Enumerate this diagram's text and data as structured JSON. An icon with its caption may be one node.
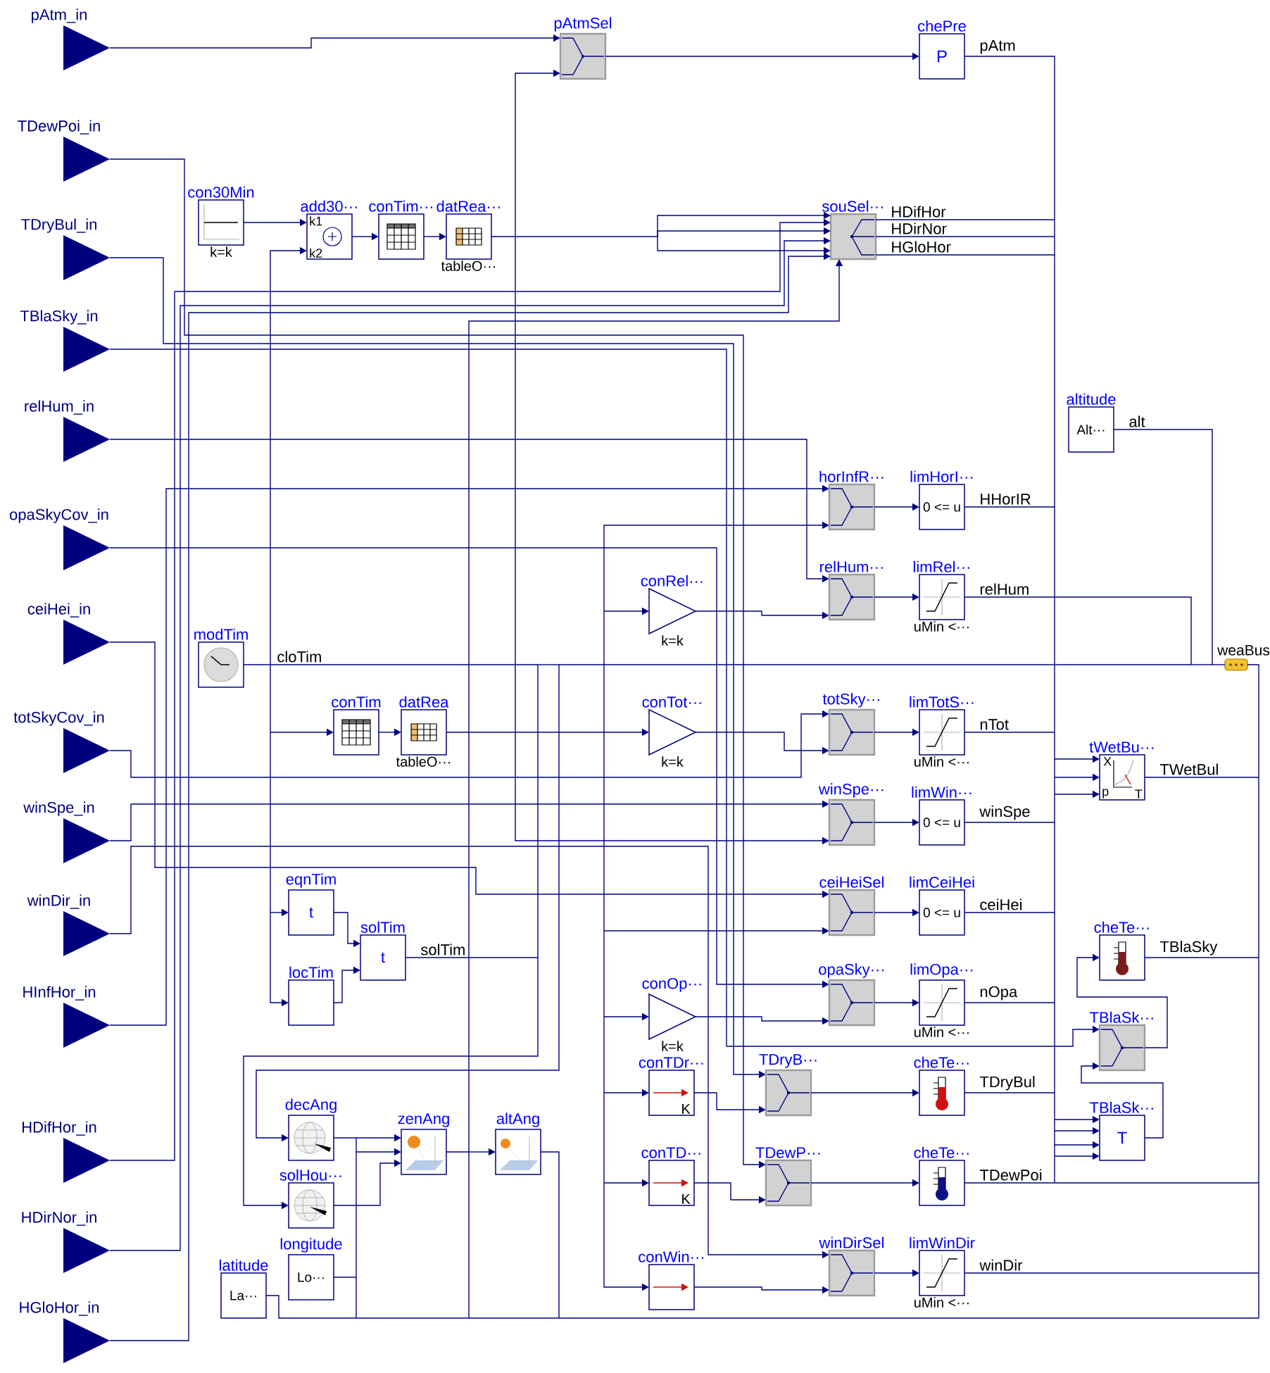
{
  "diagram": {
    "nodes": [
      {
        "text": [
          "pAtm_in"
        ]
      },
      {
        "text": [
          "TDewPoi_in"
        ]
      },
      {
        "text": [
          "TDryBul_in"
        ]
      },
      {
        "text": [
          "TBlaSky_in"
        ]
      },
      {
        "text": [
          "relHum_in"
        ]
      },
      {
        "text": [
          "opaSkyCov_in"
        ]
      },
      {
        "text": [
          "ceiHei_in"
        ]
      },
      {
        "text": [
          "totSkyCov_in"
        ]
      },
      {
        "text": [
          "winSpe_in"
        ]
      },
      {
        "text": [
          "winDir_in"
        ]
      },
      {
        "text": [
          "HInfHor_in"
        ]
      },
      {
        "text": [
          "HDifHor_in"
        ]
      },
      {
        "text": [
          "HDirNor_in"
        ]
      },
      {
        "text": [
          "HGloHor_in"
        ]
      },
      {
        "text": [
          "con30Min"
        ],
        "beside": [
          "k=k"
        ]
      },
      {
        "text": [
          "add30···",
          "k1",
          "k2"
        ]
      },
      {
        "text": [
          "conTim···"
        ]
      },
      {
        "text": [
          "datRea···"
        ],
        "beside": [
          "tableO···"
        ]
      },
      {
        "text": [
          "pAtmSel"
        ]
      },
      {
        "text": [
          "chePre",
          "P"
        ]
      },
      {
        "text": [
          "souSel···"
        ]
      },
      {
        "text": [
          "altitude",
          "Alt···"
        ]
      },
      {
        "text": [
          "horInfR···"
        ]
      },
      {
        "text": [
          "limHorI···",
          "0 <= u"
        ]
      },
      {
        "text": [
          "conRel···"
        ],
        "beside": [
          "k=k"
        ]
      },
      {
        "text": [
          "relHum···"
        ]
      },
      {
        "text": [
          "limRel···"
        ],
        "beside": [
          "uMin <···"
        ]
      },
      {
        "text": [
          "modTim"
        ]
      },
      {
        "text": [
          "weaBus"
        ]
      },
      {
        "text": [
          "conTim"
        ]
      },
      {
        "text": [
          "datRea"
        ],
        "beside": [
          "tableO···"
        ]
      },
      {
        "text": [
          "conTot···"
        ],
        "beside": [
          "k=k"
        ]
      },
      {
        "text": [
          "totSky···"
        ]
      },
      {
        "text": [
          "limTotS···"
        ],
        "beside": [
          "uMin <···"
        ]
      },
      {
        "text": [
          "tWetBu···",
          "X",
          "p",
          "T"
        ]
      },
      {
        "text": [
          "winSpe···"
        ]
      },
      {
        "text": [
          "limWin···",
          "0 <= u"
        ]
      },
      {
        "text": [
          "eqnTim",
          "t"
        ]
      },
      {
        "text": [
          "ceiHeiSel"
        ]
      },
      {
        "text": [
          "limCeiHei",
          "0 <= u"
        ]
      },
      {
        "text": [
          "solTim",
          "t"
        ]
      },
      {
        "text": [
          "cheTe···"
        ]
      },
      {
        "text": [
          "locTim"
        ]
      },
      {
        "text": [
          "conOp···"
        ],
        "beside": [
          "k=k"
        ]
      },
      {
        "text": [
          "opaSky···"
        ]
      },
      {
        "text": [
          "limOpa···"
        ],
        "beside": [
          "uMin <···"
        ]
      },
      {
        "text": [
          "TBlaSk···"
        ]
      },
      {
        "text": [
          "conTDr···",
          "K"
        ]
      },
      {
        "text": [
          "TDryB···"
        ]
      },
      {
        "text": [
          "cheTe···"
        ]
      },
      {
        "text": [
          "TBlaSk···",
          "T"
        ]
      },
      {
        "text": [
          "decAng"
        ]
      },
      {
        "text": [
          "zenAng"
        ]
      },
      {
        "text": [
          "altAng"
        ]
      },
      {
        "text": [
          "conTD···",
          "K"
        ]
      },
      {
        "text": [
          "TDewP···"
        ]
      },
      {
        "text": [
          "cheTe···"
        ]
      },
      {
        "text": [
          "solHou···"
        ]
      },
      {
        "text": [
          "longitude",
          "Lo···"
        ]
      },
      {
        "text": [
          "latitude",
          "La···"
        ]
      },
      {
        "text": [
          "conWin···"
        ]
      },
      {
        "text": [
          "winDirSel"
        ]
      },
      {
        "text": [
          "limWinDir"
        ],
        "beside": [
          "uMin <···"
        ]
      }
    ],
    "edges": [
      {
        "from": 0,
        "to": 18,
        "arrow": "to"
      },
      {
        "from": 1,
        "to": 55,
        "arrow": "to"
      },
      {
        "from": 2,
        "to": 48,
        "arrow": "to"
      },
      {
        "from": 3,
        "to": 46,
        "arrow": "to"
      },
      {
        "from": 4,
        "to": 25,
        "arrow": "to"
      },
      {
        "from": 5,
        "to": 44,
        "arrow": "to"
      },
      {
        "from": 6,
        "to": 38,
        "arrow": "to"
      },
      {
        "from": 7,
        "to": 32,
        "arrow": "to"
      },
      {
        "from": 8,
        "to": 35,
        "arrow": "to"
      },
      {
        "from": 9,
        "to": 61,
        "arrow": "to"
      },
      {
        "from": 10,
        "to": 22,
        "arrow": "to"
      },
      {
        "from": 11,
        "to": 20,
        "arrow": "to"
      },
      {
        "from": 12,
        "to": 20,
        "arrow": "to"
      },
      {
        "from": 13,
        "to": 20,
        "arrow": "to"
      },
      {
        "from": 14,
        "to": 15,
        "arrow": "to"
      },
      {
        "from": 15,
        "to": 16,
        "arrow": "to"
      },
      {
        "from": 16,
        "to": 17,
        "arrow": "to"
      },
      {
        "from": 17,
        "to": 20,
        "arrow": "to"
      },
      {
        "from": 27,
        "to": 15,
        "arrow": "to"
      },
      {
        "from": 27,
        "to": 29,
        "arrow": "to"
      },
      {
        "from": 27,
        "to": 37,
        "arrow": "to"
      },
      {
        "from": 27,
        "to": 42,
        "arrow": "to"
      },
      {
        "from": 27,
        "to": 51,
        "arrow": "to"
      },
      {
        "from": 27,
        "to": 28,
        "arrow": "none",
        "label": "cloTim"
      },
      {
        "from": 29,
        "to": 30,
        "arrow": "to"
      },
      {
        "from": 30,
        "to": 18,
        "arrow": "to"
      },
      {
        "from": 30,
        "to": 22,
        "arrow": "to"
      },
      {
        "from": 30,
        "to": 35,
        "arrow": "to"
      },
      {
        "from": 30,
        "to": 24,
        "arrow": "to"
      },
      {
        "from": 30,
        "to": 31,
        "arrow": "to"
      },
      {
        "from": 30,
        "to": 38,
        "arrow": "to"
      },
      {
        "from": 30,
        "to": 43,
        "arrow": "to"
      },
      {
        "from": 30,
        "to": 47,
        "arrow": "to"
      },
      {
        "from": 30,
        "to": 54,
        "arrow": "to"
      },
      {
        "from": 30,
        "to": 60,
        "arrow": "to"
      },
      {
        "from": 18,
        "to": 19,
        "arrow": "to"
      },
      {
        "from": 19,
        "to": 28,
        "arrow": "none",
        "label": "pAtm"
      },
      {
        "from": 20,
        "to": 28,
        "arrow": "none",
        "label": "HDifHor"
      },
      {
        "from": 20,
        "to": 28,
        "arrow": "none",
        "label": "HDirNor"
      },
      {
        "from": 20,
        "to": 28,
        "arrow": "none",
        "label": "HGloHor"
      },
      {
        "from": 21,
        "to": 28,
        "arrow": "none",
        "label": "alt"
      },
      {
        "from": 22,
        "to": 23,
        "arrow": "to"
      },
      {
        "from": 23,
        "to": 28,
        "arrow": "none",
        "label": "HHorIR"
      },
      {
        "from": 24,
        "to": 25,
        "arrow": "to"
      },
      {
        "from": 25,
        "to": 26,
        "arrow": "to"
      },
      {
        "from": 26,
        "to": 28,
        "arrow": "none",
        "label": "relHum"
      },
      {
        "from": 31,
        "to": 32,
        "arrow": "to"
      },
      {
        "from": 32,
        "to": 33,
        "arrow": "to"
      },
      {
        "from": 33,
        "to": 28,
        "arrow": "none",
        "label": "nTot"
      },
      {
        "from": 26,
        "to": 34,
        "arrow": "to"
      },
      {
        "from": 49,
        "to": 34,
        "arrow": "to"
      },
      {
        "from": 19,
        "to": 34,
        "arrow": "to"
      },
      {
        "from": 34,
        "to": 28,
        "arrow": "none",
        "label": "TWetBul"
      },
      {
        "from": 35,
        "to": 36,
        "arrow": "to"
      },
      {
        "from": 36,
        "to": 28,
        "arrow": "none",
        "label": "winSpe"
      },
      {
        "from": 38,
        "to": 39,
        "arrow": "to"
      },
      {
        "from": 39,
        "to": 28,
        "arrow": "none",
        "label": "ceiHei"
      },
      {
        "from": 41,
        "to": 28,
        "arrow": "none",
        "label": "TBlaSky"
      },
      {
        "from": 43,
        "to": 44,
        "arrow": "to"
      },
      {
        "from": 44,
        "to": 45,
        "arrow": "to"
      },
      {
        "from": 45,
        "to": 28,
        "arrow": "none",
        "label": "nOpa"
      },
      {
        "from": 46,
        "to": 41,
        "arrow": "to"
      },
      {
        "from": 50,
        "to": 46,
        "arrow": "to"
      },
      {
        "from": 49,
        "to": 50,
        "arrow": "to"
      },
      {
        "from": 56,
        "to": 50,
        "arrow": "to"
      },
      {
        "from": 45,
        "to": 50,
        "arrow": "to"
      },
      {
        "from": 23,
        "to": 50,
        "arrow": "to"
      },
      {
        "from": 47,
        "to": 48,
        "arrow": "to"
      },
      {
        "from": 48,
        "to": 49,
        "arrow": "to"
      },
      {
        "from": 49,
        "to": 28,
        "arrow": "none",
        "label": "TDryBul"
      },
      {
        "from": 54,
        "to": 55,
        "arrow": "to"
      },
      {
        "from": 55,
        "to": 56,
        "arrow": "to"
      },
      {
        "from": 56,
        "to": 28,
        "arrow": "none",
        "label": "TDewPoi"
      },
      {
        "from": 60,
        "to": 61,
        "arrow": "to"
      },
      {
        "from": 61,
        "to": 62,
        "arrow": "to"
      },
      {
        "from": 62,
        "to": 28,
        "arrow": "none",
        "label": "winDir"
      },
      {
        "from": 37,
        "to": 40,
        "arrow": "to"
      },
      {
        "from": 42,
        "to": 40,
        "arrow": "to"
      },
      {
        "from": 40,
        "to": 57,
        "arrow": "to"
      },
      {
        "from": 40,
        "to": 28,
        "arrow": "none",
        "label": "solTim"
      },
      {
        "from": 51,
        "to": 52,
        "arrow": "to"
      },
      {
        "from": 57,
        "to": 52,
        "arrow": "to"
      },
      {
        "from": 59,
        "to": 52,
        "arrow": "to"
      },
      {
        "from": 52,
        "to": 53,
        "arrow": "to"
      },
      {
        "from": 52,
        "to": 20,
        "arrow": "to"
      },
      {
        "from": 52,
        "to": 28,
        "arrow": "none"
      },
      {
        "from": 53,
        "to": 28,
        "arrow": "none"
      },
      {
        "from": 51,
        "to": 28,
        "arrow": "none"
      },
      {
        "from": 57,
        "to": 28,
        "arrow": "none"
      },
      {
        "from": 58,
        "to": 28,
        "arrow": "none"
      },
      {
        "from": 59,
        "to": 28,
        "arrow": "none"
      }
    ]
  }
}
